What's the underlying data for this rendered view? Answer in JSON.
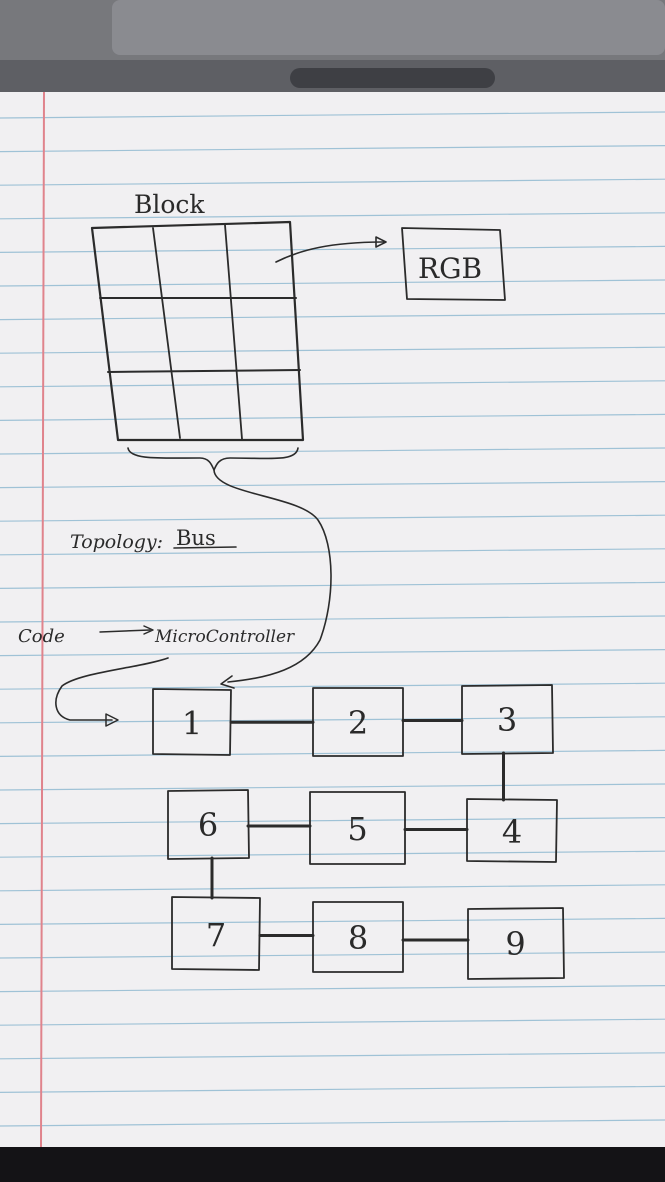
{
  "grid_block": {
    "title": "Block",
    "rows": 3,
    "cols": 3
  },
  "rgb_box": {
    "label": "RGB"
  },
  "topology": {
    "label": "Topology:",
    "value": "Bus"
  },
  "pipeline": {
    "source": "Code",
    "target": "MicroController"
  },
  "nodes": [
    {
      "id": "1",
      "label": "1"
    },
    {
      "id": "2",
      "label": "2"
    },
    {
      "id": "3",
      "label": "3"
    },
    {
      "id": "4",
      "label": "4"
    },
    {
      "id": "5",
      "label": "5"
    },
    {
      "id": "6",
      "label": "6"
    },
    {
      "id": "7",
      "label": "7"
    },
    {
      "id": "8",
      "label": "8"
    },
    {
      "id": "9",
      "label": "9"
    }
  ],
  "links": [
    [
      "1",
      "2"
    ],
    [
      "2",
      "3"
    ],
    [
      "3",
      "4"
    ],
    [
      "4",
      "5"
    ],
    [
      "5",
      "6"
    ],
    [
      "6",
      "7"
    ],
    [
      "7",
      "8"
    ],
    [
      "8",
      "9"
    ]
  ],
  "colors": {
    "paper": "#f1f0f2",
    "rule_line": "#9fc2d6",
    "margin_line": "#e0838c",
    "ink": "#2b2b2b",
    "laptop": "#6c6d72"
  }
}
